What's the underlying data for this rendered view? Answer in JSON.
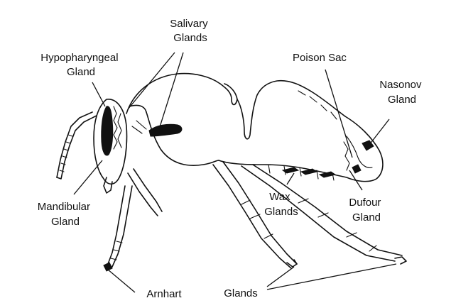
{
  "labels": {
    "salivary_glands": [
      "Salivary",
      "Glands"
    ],
    "hypopharyngeal_gland": [
      "Hypopharyngeal",
      "Gland"
    ],
    "poison_sac": "Poison Sac",
    "nasonov_gland": [
      "Nasonov",
      "Gland"
    ],
    "mandibular_gland": [
      "Mandibular",
      "Gland"
    ],
    "wax_glands": [
      "Wax",
      "Glands"
    ],
    "dufour_gland": [
      "Dufour",
      "Gland"
    ],
    "arnhart": "Arnhart",
    "glands": "Glands"
  },
  "colors": {
    "ink": "#111111",
    "background": "#ffffff"
  }
}
